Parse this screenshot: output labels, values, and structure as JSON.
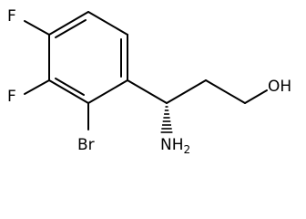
{
  "molecule": {
    "atoms": {
      "f_top": "F",
      "f_mid": "F",
      "br": "Br",
      "nh2_main": "NH",
      "nh2_sub": "2",
      "oh": "OH"
    }
  }
}
